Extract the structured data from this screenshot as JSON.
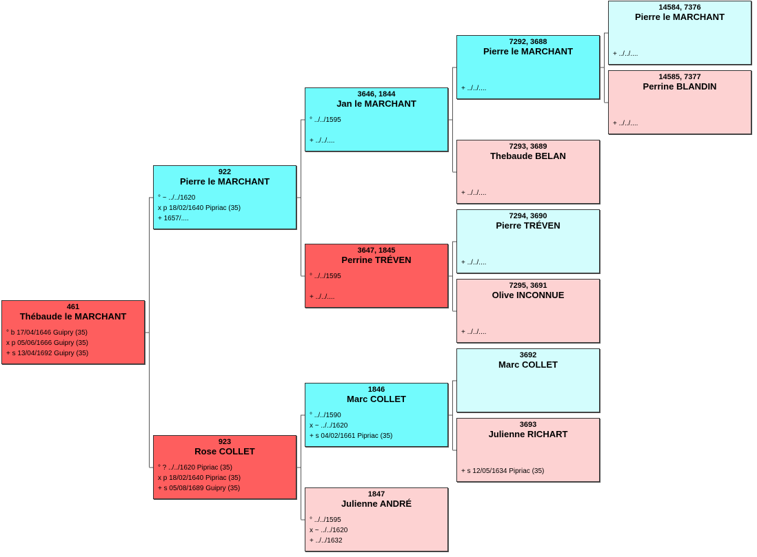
{
  "colors": {
    "selected_female": "#fe5e5e",
    "male": "#72fbfd",
    "female": "#fdd2d2",
    "male_light": "#d3fdfd",
    "line": "#555555"
  },
  "persons": [
    {
      "id": "p461",
      "num": "461",
      "name": "Thébaude le MARCHANT",
      "color": "selected_female",
      "events": [
        "° b 17/04/1646 Guipry (35)",
        "x p 05/06/1666 Guipry (35)",
        "+ s 13/04/1692 Guipry (35)"
      ]
    },
    {
      "id": "p922",
      "num": "922",
      "name": "Pierre le MARCHANT",
      "color": "male",
      "events": [
        "° ~ ../../1620",
        "x p 18/02/1640 Pipriac (35)",
        "+ 1657/...."
      ]
    },
    {
      "id": "p923",
      "num": "923",
      "name": "Rose COLLET",
      "color": "selected_female",
      "events": [
        "° ? ../../1620 Pipriac (35)",
        "x p 18/02/1640 Pipriac (35)",
        "+ s 05/08/1689 Guipry (35)"
      ]
    },
    {
      "id": "p3646",
      "num": "3646, 1844",
      "name": "Jan le MARCHANT",
      "color": "male",
      "events": [
        "° ../../1595",
        "",
        "+ ../../...."
      ]
    },
    {
      "id": "p3647",
      "num": "3647, 1845",
      "name": "Perrine TRÉVEN",
      "color": "selected_female",
      "events": [
        "° ../../1595",
        "",
        "+ ../../...."
      ]
    },
    {
      "id": "p1846",
      "num": "1846",
      "name": "Marc COLLET",
      "color": "male",
      "events": [
        "° ../../1590",
        "x ~ ../../1620",
        "+ s 04/02/1661 Pipriac (35)"
      ]
    },
    {
      "id": "p1847",
      "num": "1847",
      "name": "Julienne ANDRÉ",
      "color": "female",
      "events": [
        "° ../../1595",
        "x ~ ../../1620",
        "+ ../../1632"
      ]
    },
    {
      "id": "p7292",
      "num": "7292, 3688",
      "name": "Pierre le MARCHANT",
      "color": "male",
      "events": [
        "",
        "",
        "+ ../../...."
      ]
    },
    {
      "id": "p7293",
      "num": "7293, 3689",
      "name": "Thebaude BELAN",
      "color": "female",
      "events": [
        "",
        "",
        "+ ../../...."
      ]
    },
    {
      "id": "p7294",
      "num": "7294, 3690",
      "name": "Pierre TRÉVEN",
      "color": "male_light",
      "events": [
        "",
        "",
        "+ ../../...."
      ]
    },
    {
      "id": "p7295",
      "num": "7295, 3691",
      "name": "Olive INCONNUE",
      "color": "female",
      "events": [
        "",
        "",
        "+ ../../...."
      ]
    },
    {
      "id": "p3692",
      "num": "3692",
      "name": "Marc COLLET",
      "color": "male_light",
      "events": [
        "",
        "",
        ""
      ]
    },
    {
      "id": "p3693",
      "num": "3693",
      "name": "Julienne RICHART",
      "color": "female",
      "events": [
        "",
        "",
        "+ s 12/05/1634 Pipriac (35)"
      ]
    },
    {
      "id": "p14584",
      "num": "14584, 7376",
      "name": "Pierre le MARCHANT",
      "color": "male_light",
      "events": [
        "",
        "",
        "+ ../../...."
      ]
    },
    {
      "id": "p14585",
      "num": "14585, 7377",
      "name": "Perrine BLANDIN",
      "color": "female",
      "events": [
        "",
        "",
        "+ ../../...."
      ]
    }
  ]
}
